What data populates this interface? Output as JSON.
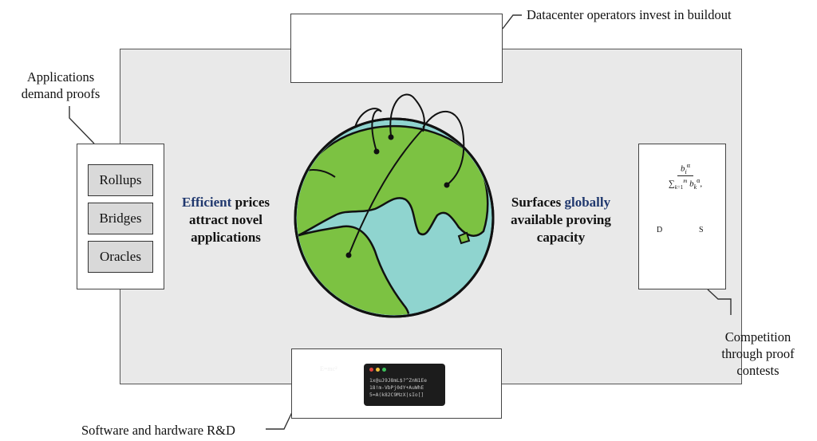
{
  "top_label": "Datacenter operators invest in buildout",
  "left_label": [
    "Applications",
    "demand proofs"
  ],
  "right_label": [
    "Competition",
    "through proof",
    "contests"
  ],
  "bottom_label": "Software and hardware R&D",
  "applications": [
    "Rollups",
    "Bridges",
    "Oracles"
  ],
  "left_center": {
    "accent_word": "Efficient",
    "rest_line1": " prices",
    "line2": "attract novel",
    "line3": "applications"
  },
  "right_center": {
    "line1_word": "Surfaces ",
    "accent_word": "globally",
    "line2": "available proving",
    "line3": "capacity"
  },
  "formula": {
    "numerator": "b_i^α",
    "denominator": "∑_{k=1}^{m} b_k^α",
    "trailing": ","
  },
  "supply_demand": {
    "demand_label": "D",
    "supply_label": "S"
  },
  "blackboard_text": "E=mc²",
  "terminal_lines": [
    "1x@uJ9J8mL$?^ZnN1Ee",
    "18!m-VbPj0dY+AuWhE",
    "5=A(k82C9MzX|sIo[]"
  ],
  "colors": {
    "accent": "#20386e",
    "globe_land": "#7cc242",
    "globe_water": "#8fd4cf",
    "panel_gray": "#e9e9e9",
    "box_gray": "#d9d9d9",
    "truck_yellow": "#f4c20d",
    "flask_liquid": "#8ad8de"
  },
  "icons": [
    "crane-truck-icon",
    "cable-icon",
    "server-rack-icon",
    "teachers-blackboard-icon",
    "terminal-icon",
    "flask-icon",
    "globe-icon"
  ]
}
